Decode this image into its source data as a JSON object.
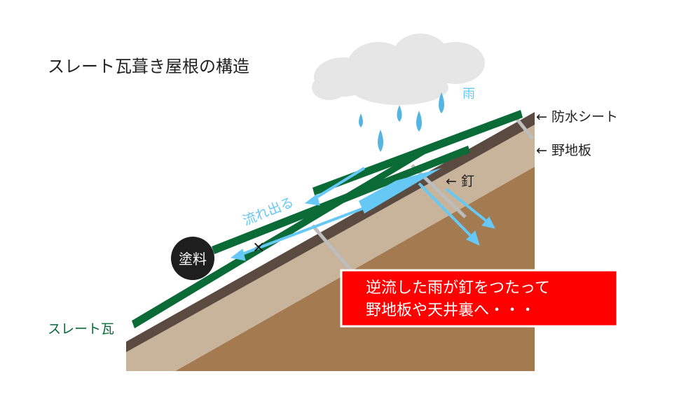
{
  "title": "スレート瓦葺き屋根の構造",
  "labels": {
    "rain": "雨",
    "waterproof_sheet": "← 防水シート",
    "sheathing_board": "← 野地板",
    "nail": "← 釘",
    "flows_out": "流れ出る",
    "paint": "塗料",
    "slate_tile": "スレート瓦",
    "blocked_mark": "×"
  },
  "callout": {
    "line1": "逆流した雨が釘をつたって",
    "line2": "野地板や天井裏へ・・・"
  },
  "colors": {
    "tile": "#0a6b36",
    "sheet": "#5a4a40",
    "board": "#c8b49a",
    "structure": "#a47a50",
    "water": "#66c8f5",
    "rain_drop": "#54b6e0",
    "nail": "#bdbdbd",
    "callout_bg": "#ff0000"
  }
}
